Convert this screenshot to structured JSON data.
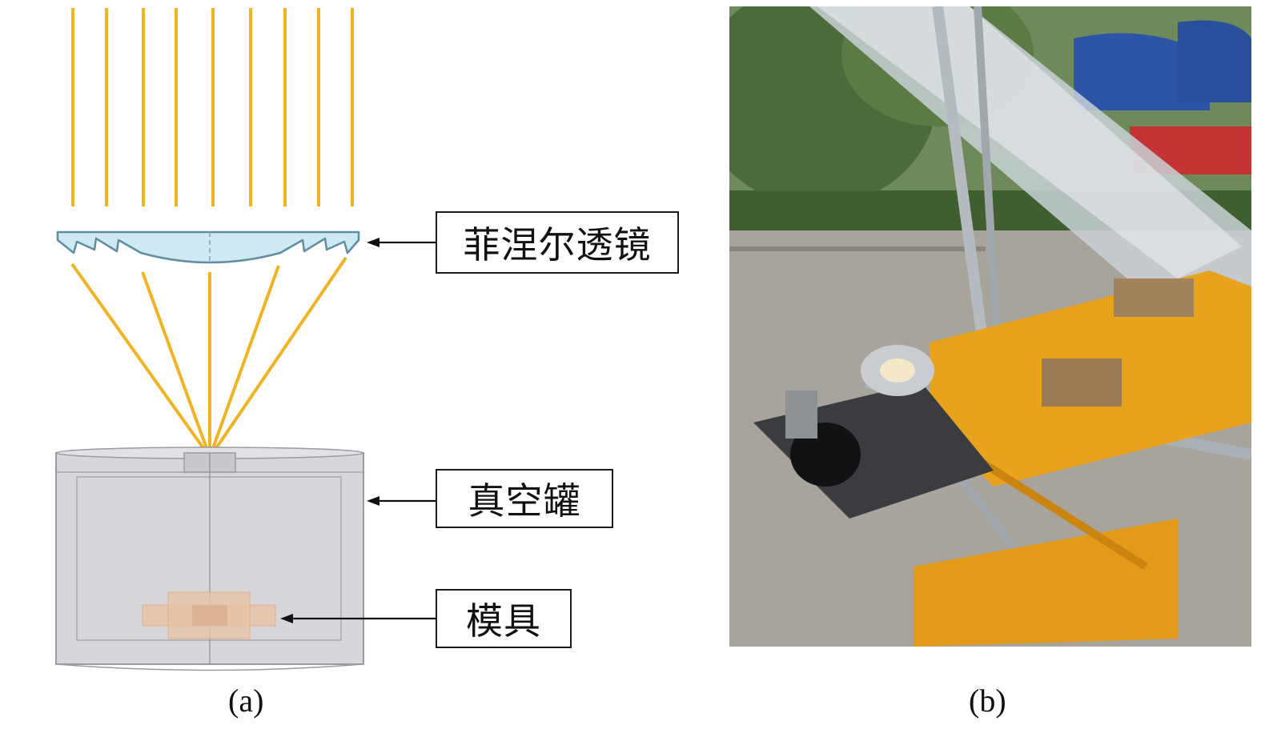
{
  "panel_a": {
    "labels": {
      "lens": "菲涅尔透镜",
      "vacuum_tank": "真空罐",
      "mold": "模具"
    },
    "caption": "(a)",
    "colors": {
      "light_ray": "#f2b323",
      "lens_fill": "#cfe9f3",
      "lens_stroke": "#5f8ea3",
      "tank_fill": "#d6d6db",
      "tank_stroke": "#9a9aa2",
      "mold_fill": "#e7c3a6",
      "arrow": "#111111"
    }
  },
  "panel_b": {
    "caption": "(b)"
  }
}
